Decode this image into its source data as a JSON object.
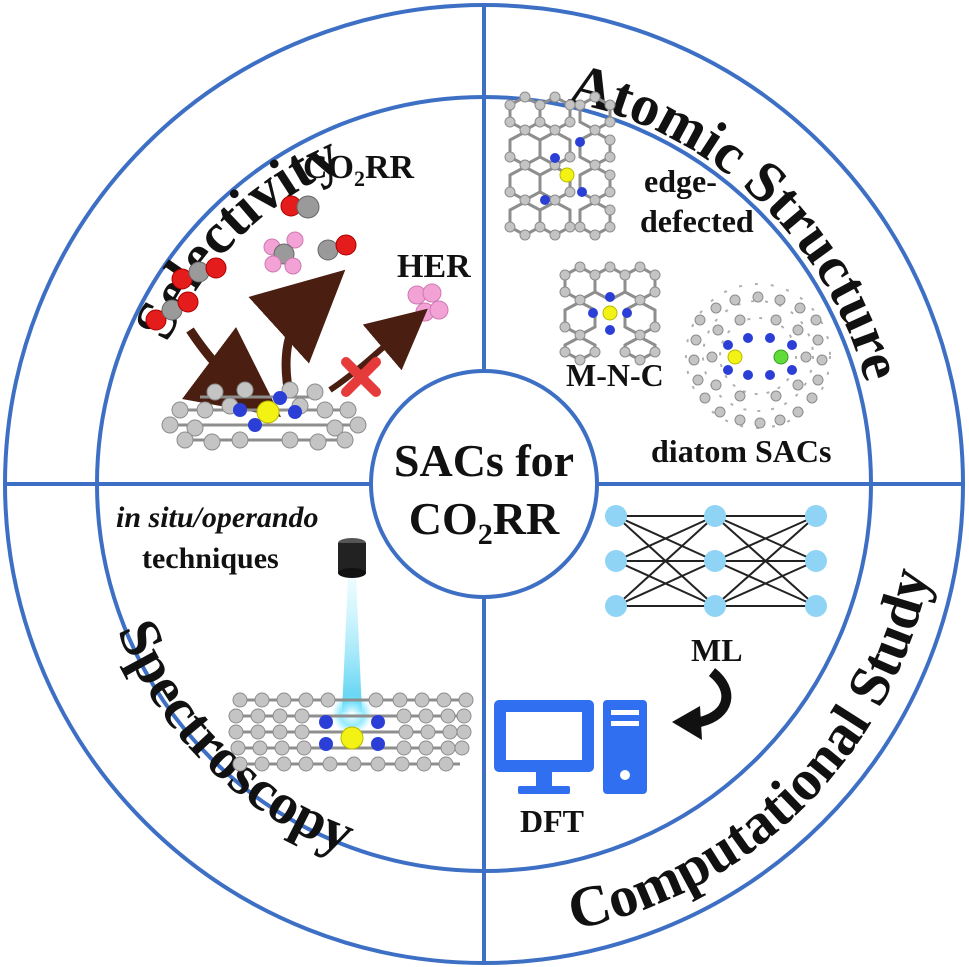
{
  "center": {
    "line1": "SACs for",
    "line2_prefix": "CO",
    "line2_sub": "2",
    "line2_suffix": "RR"
  },
  "quadrants": {
    "selectivity": {
      "title": "Selectivity",
      "co2rr_prefix": "CO",
      "co2rr_sub": "2",
      "co2rr_suffix": "RR",
      "her": "HER"
    },
    "atomic_structure": {
      "title": "Atomic Structure",
      "edge_line1": "edge-",
      "edge_line2": "defected",
      "mnc": "M-N-C",
      "diatom": "diatom SACs"
    },
    "spectroscopy": {
      "title": "Spectroscopy",
      "technique_line1": "in situ/operando",
      "technique_line2": "techniques"
    },
    "computational": {
      "title": "Computational Study",
      "ml": "ML",
      "dft": "DFT"
    }
  },
  "colors": {
    "ring": "#3d6fc4",
    "carbon": "#c4c4c4",
    "nitrogen": "#2b3fd6",
    "metal": "#f2f214",
    "metal2": "#5fdc3a",
    "oxygen": "#e51c1c",
    "hydrogen": "#f3a2d6",
    "arrow": "#4a1f12",
    "cross": "#e53b3b",
    "nn_node": "#8fd3f5",
    "computer": "#2f6ff0"
  }
}
